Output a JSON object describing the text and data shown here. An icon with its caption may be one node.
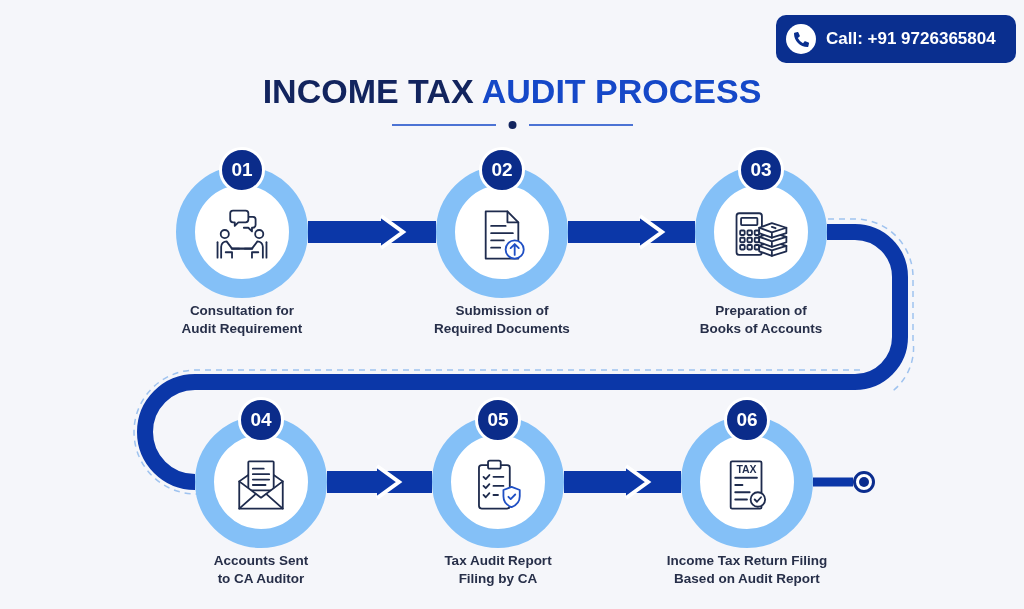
{
  "diagram": {
    "title": "INCOME TAX AUDIT PROCESS",
    "nodes": [
      {
        "text": [
          "01"
        ],
        "beside": [
          "Consultation for Audit Requirement"
        ]
      },
      {
        "text": [
          "02"
        ],
        "beside": [
          "Submission of Required Documents"
        ]
      },
      {
        "text": [
          "03"
        ],
        "beside": [
          "Preparation of Books of Accounts"
        ]
      },
      {
        "text": [
          "04"
        ],
        "beside": [
          "Accounts Sent to CA Auditor"
        ]
      },
      {
        "text": [
          "05"
        ],
        "beside": [
          "Tax Audit Report Filing by CA"
        ]
      },
      {
        "text": [
          "06"
        ],
        "beside": [
          "Income Tax Return Filing Based on Audit Report"
        ]
      },
      {
        "text": [],
        "shape": "circle"
      }
    ],
    "edges": [
      {
        "from": 0,
        "to": 1,
        "arrow": "to"
      },
      {
        "from": 1,
        "to": 2,
        "arrow": "to"
      },
      {
        "from": 2,
        "to": 3,
        "arrow": "none"
      },
      {
        "from": 3,
        "to": 4,
        "arrow": "to"
      },
      {
        "from": 4,
        "to": 5,
        "arrow": "to"
      },
      {
        "from": 5,
        "to": 6,
        "arrow": "none"
      }
    ],
    "labels": [
      "Call: +91 9726365804",
      "TAX"
    ]
  }
}
